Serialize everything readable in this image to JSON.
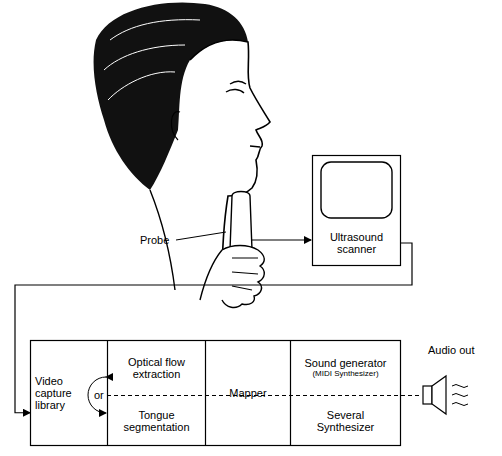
{
  "diagram": {
    "nodes": [
      {
        "text": [
          "Ultrasound scanner"
        ]
      },
      {
        "text": [
          "Video capture library"
        ]
      },
      {
        "text": [
          "Optical flow extraction"
        ]
      },
      {
        "text": [
          "Tongue segmentation"
        ]
      },
      {
        "text": [
          "Mapper"
        ]
      },
      {
        "text": [
          "Sound generator",
          "(MIDI Synthesizer)"
        ]
      },
      {
        "text": [
          "Several Synthesizer"
        ]
      }
    ],
    "edges": [
      {
        "from": 0,
        "to": 1,
        "arrow": "to"
      }
    ],
    "labels": [
      "Probe",
      "Audio out",
      "or"
    ]
  }
}
